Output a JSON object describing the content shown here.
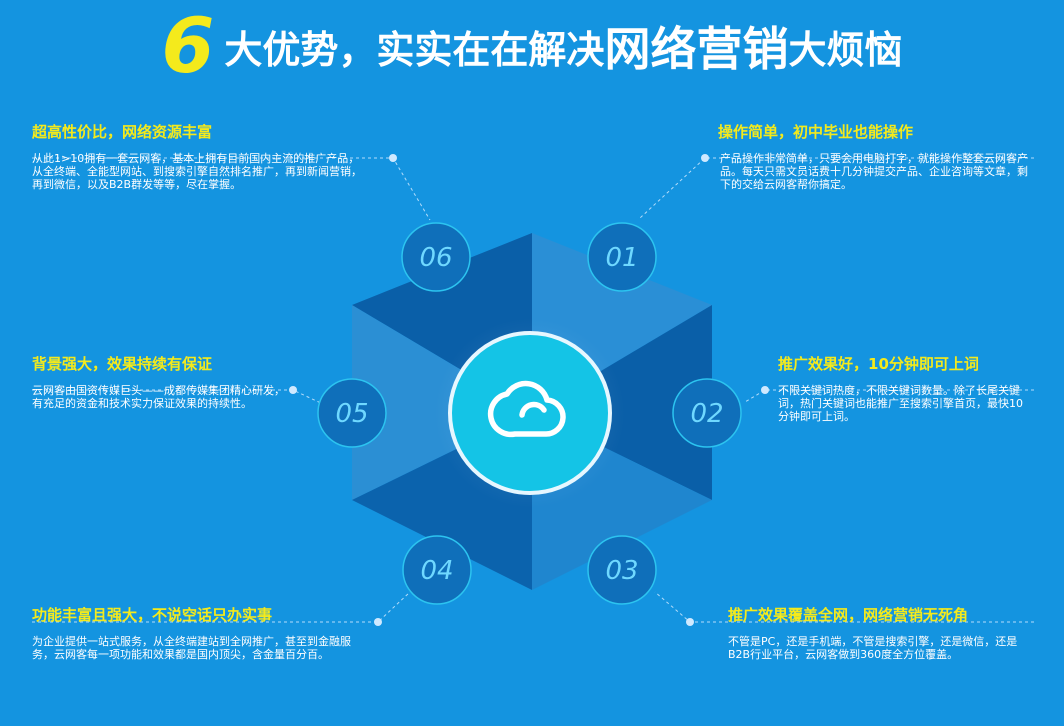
{
  "headline": {
    "number": "6",
    "part1": "大优势，实实在在解决",
    "part2": "网络营销",
    "part3": "大烦恼"
  },
  "colors": {
    "background": "#1494e0",
    "title_yellow": "#f4ea1c",
    "center_circle": "#14c4e6",
    "cube_dark": "#0a5fa8",
    "cube_mid": "#0d74c2",
    "cube_light": "#2694d6"
  },
  "center": {
    "icon": "cloud-icon"
  },
  "features": [
    {
      "number": "01",
      "title": "操作简单，初中毕业也能操作",
      "desc": "产品操作非常简单，只要会用电脑打字，就能操作整套云网客产品。每天只需文员话费十几分钟提交产品、企业咨询等文章，剩下的交给云网客帮你搞定。"
    },
    {
      "number": "02",
      "title": "推广效果好，10分钟即可上词",
      "desc": "不限关键词热度，不限关键词数量。除了长尾关键词，热门关键词也能推广至搜索引擎首页，最快10分钟即可上词。"
    },
    {
      "number": "03",
      "title": "推广效果覆盖全网，网络营销无死角",
      "desc": "不管是PC，还是手机端，不管是搜索引擎，还是微信，还是B2B行业平台，云网客做到360度全方位覆盖。"
    },
    {
      "number": "04",
      "title": "功能丰富且强大，不说空话只办实事",
      "desc": "为企业提供一站式服务，从全终端建站到全网推广，甚至到金融服务，云网客每一项功能和效果都是国内顶尖，含金量百分百。"
    },
    {
      "number": "05",
      "title": "背景强大，效果持续有保证",
      "desc": "云网客由国资传媒巨头——成都传媒集团精心研发，有充足的资金和技术实力保证效果的持续性。"
    },
    {
      "number": "06",
      "title": "超高性价比，网络资源丰富",
      "desc": "从此1>10拥有一套云网客，基本上拥有目前国内主流的推广产品，从全终端、全能型网站、到搜索引擎自然排名推广，再到新闻营销，再到微信，以及B2B群发等等，尽在掌握。"
    }
  ]
}
